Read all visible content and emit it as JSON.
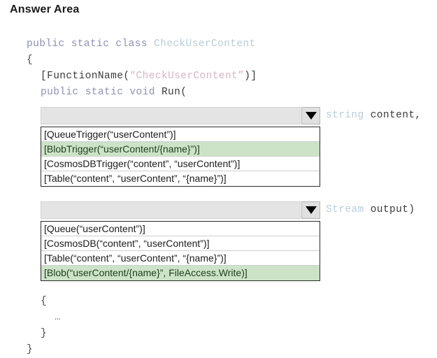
{
  "page": {
    "title": "Answer Area"
  },
  "code": {
    "line1": {
      "keywords": "public static class ",
      "class_name": "CheckUserContent"
    },
    "line2": {
      "brace": "{"
    },
    "line3": {
      "attr_open": "[FunctionName(",
      "attr_string": "“CheckUserContent”",
      "attr_close": ")]"
    },
    "line4": {
      "keywords": "public static void ",
      "method": "Run("
    },
    "tail": {
      "open_brace": "{",
      "ellipsis": "…",
      "close_brace_inner": "}",
      "close_brace_outer": "}"
    }
  },
  "dropdowns": [
    {
      "name": "input-binding-dropdown",
      "selected_value": "",
      "arrow_icon": "chevron-down-icon",
      "signature_type": "string",
      "signature_param": " content,",
      "options": [
        {
          "label": "[QueueTrigger(“userContent”)]",
          "selected": false
        },
        {
          "label": "[BlobTrigger(“userContent/{name}”)]",
          "selected": true
        },
        {
          "label": "[CosmosDBTrigger(“content”, “userContent”)]",
          "selected": false
        },
        {
          "label": "[Table(“content”, “userContent”, “{name}”)]",
          "selected": false
        }
      ]
    },
    {
      "name": "output-binding-dropdown",
      "selected_value": "",
      "arrow_icon": "chevron-down-icon",
      "signature_type": "Stream",
      "signature_param": " output)",
      "options": [
        {
          "label": "[Queue(“userContent”)]",
          "selected": false
        },
        {
          "label": "[CosmosDB(“content”, “userContent”)]",
          "selected": false
        },
        {
          "label": "[Table(“content”, “userContent”, “{name}”)]",
          "selected": false
        },
        {
          "label": "[Blob(“userContent/{name}”, FileAccess.Write)]",
          "selected": true
        }
      ]
    }
  ],
  "colors": {
    "highlight_green": "#cde3c8",
    "select_gray": "#e4e4e4",
    "keyword_purple": "#8f8fb8",
    "type_blue": "#b9cdd6",
    "string_pink": "#d7b6c4"
  }
}
